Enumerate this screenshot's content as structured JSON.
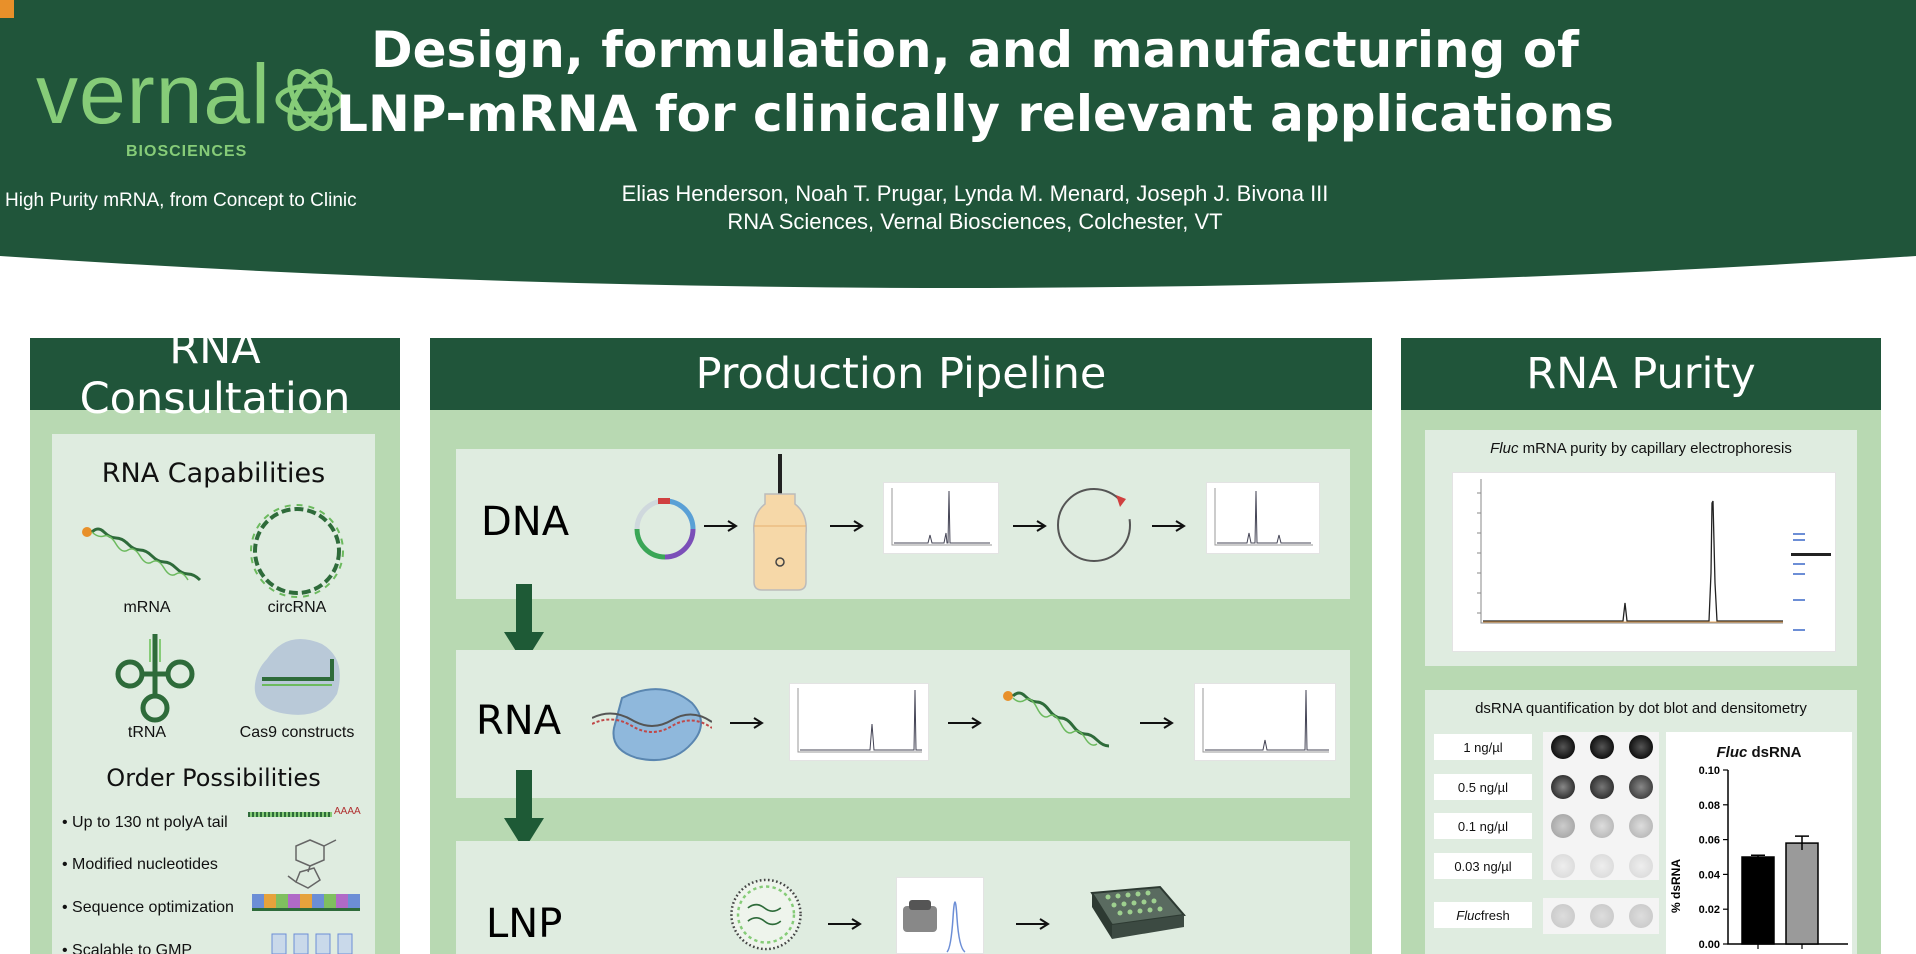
{
  "header": {
    "title_line1": "Design, formulation, and manufacturing of",
    "title_line2": "LNP-mRNA for clinically relevant applications",
    "authors_line1": "Elias Henderson, Noah T. Prugar, Lynda M. Menard, Joseph J. Bivona III",
    "authors_line2": "RNA Sciences, Vernal Biosciences, Colchester, VT",
    "colors": {
      "band": "#20553a",
      "logo": "#86cc78",
      "accent": "#e8902a"
    }
  },
  "logo": {
    "word": "vernal",
    "sub": "BIOSCIENCES",
    "tagline": "High Purity mRNA, from Concept to Clinic"
  },
  "consultation": {
    "heading": "RNA Consultation",
    "capabilities_title": "RNA Capabilities",
    "capabilities": [
      "mRNA",
      "circRNA",
      "tRNA",
      "Cas9 constructs"
    ],
    "order_title": "Order Possibilities",
    "order_items": [
      "• Up to 130 nt polyA tail",
      "• Modified nucleotides",
      "• Sequence optimization",
      "• Scalable to GMP"
    ],
    "polya_text": "AAAA"
  },
  "pipeline": {
    "heading": "Production Pipeline",
    "rows": [
      "DNA",
      "RNA",
      "LNP"
    ]
  },
  "purity": {
    "heading": "RNA Purity",
    "ce_title_italic": "Fluc",
    "ce_title_rest": " mRNA purity by capillary electrophoresis",
    "dot_title": "dsRNA quantification by dot blot and densitometry",
    "dot_labels": [
      "1 ng/µl",
      "0.5 ng/µl",
      "0.1 ng/µl",
      "0.03 ng/µl"
    ],
    "sample_italic": "Fluc",
    "sample_rest": " fresh"
  },
  "chart_data": {
    "type": "bar",
    "title_italic": "Fluc",
    "title_rest": " dsRNA",
    "ylabel": "% dsRNA",
    "ylim": [
      0,
      0.1
    ],
    "yticks": [
      "0.10",
      "0.08",
      "0.06",
      "0.04",
      "0.02",
      "0.00"
    ],
    "values": [
      0.05,
      0.058
    ],
    "errors": [
      0.001,
      0.004
    ],
    "colors": [
      "#000000",
      "#9a9a9a"
    ]
  }
}
